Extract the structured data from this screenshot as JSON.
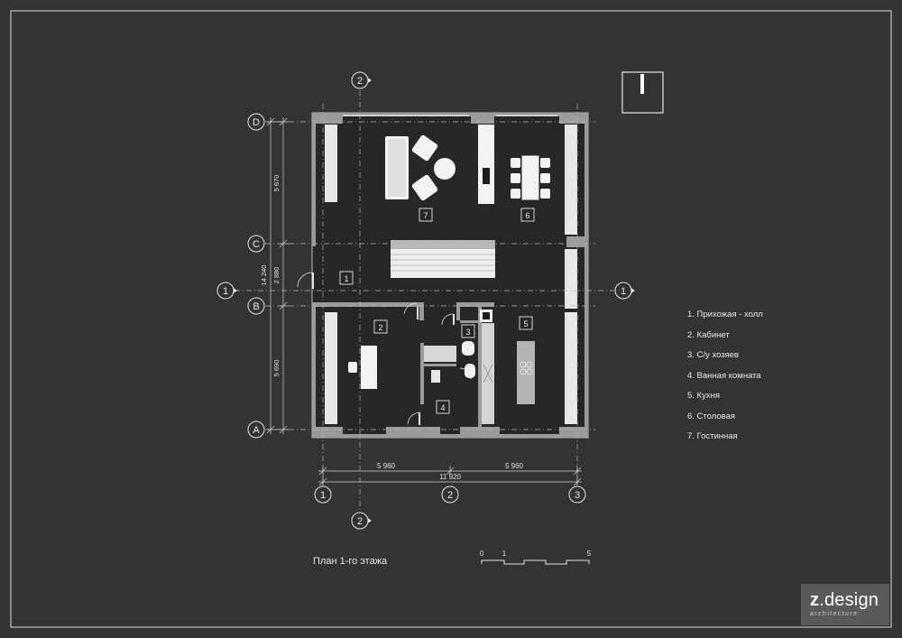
{
  "plan": {
    "title": "План 1-го этажа",
    "axes_rows": [
      "D",
      "C",
      "B",
      "A"
    ],
    "axes_cols": [
      "1",
      "2",
      "3"
    ],
    "section_marks": [
      "1",
      "2"
    ],
    "dims_vertical": [
      "5 670",
      "2 880",
      "5 690"
    ],
    "dim_total_vertical": "14 240",
    "dims_horizontal": [
      "5 960",
      "5 960"
    ],
    "dim_total_horizontal": "11 920",
    "room_tags": [
      "1",
      "2",
      "3",
      "4",
      "5",
      "6",
      "7"
    ]
  },
  "scale_bar": {
    "labels": [
      "0",
      "1",
      "5"
    ]
  },
  "legend": {
    "items": [
      "1. Прихожая - холл",
      "2. Кабинет",
      "3. С/у хозяев",
      "4. Ванная комната",
      "5. Кухня",
      "6. Столовая",
      "7. Гостинная"
    ]
  },
  "logo": {
    "brand_main": "z",
    "brand_rest": ".design",
    "tagline": "architecture"
  },
  "colors": {
    "background": "#333333",
    "floor": "#262626",
    "wall": "#9a9a9a",
    "line": "#d8d8d8",
    "furniture": "#ffffff"
  }
}
